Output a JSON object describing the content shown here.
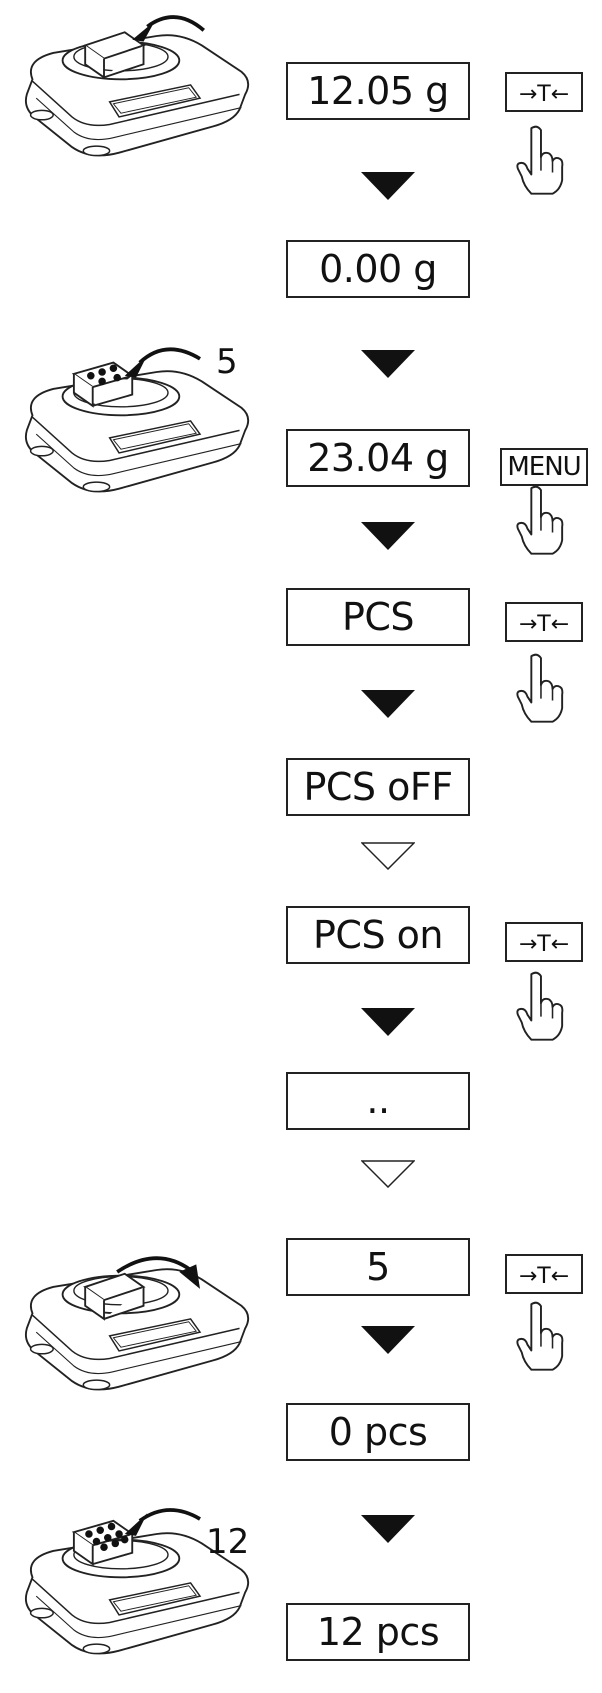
{
  "displays": {
    "d1": "12.05 g",
    "d2": "0.00 g",
    "d3": "23.04 g",
    "d4": "PCS",
    "d5": "PCS oFF",
    "d6": "PCS on",
    "d7": "..",
    "d8": "5",
    "d9": "0 pcs",
    "d10": "12 pcs"
  },
  "keys": {
    "tare": "→T←",
    "menu": "MENU"
  },
  "annotations": {
    "sample_count": "5",
    "final_count": "12"
  },
  "icons": [
    "scale-icon",
    "container-icon",
    "hand-pointer-icon",
    "curved-arrow-icon",
    "arrow-down-filled-icon",
    "arrow-down-outline-icon"
  ]
}
